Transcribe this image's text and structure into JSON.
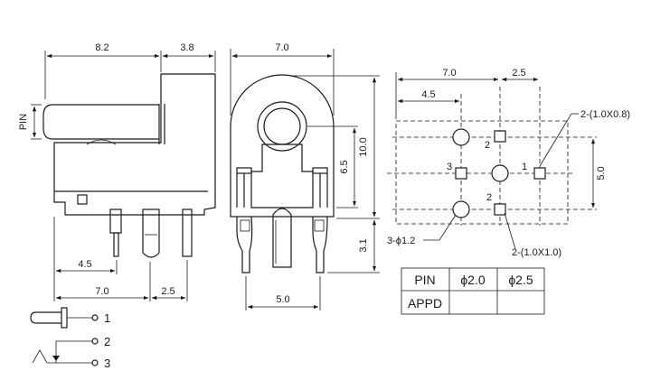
{
  "side_view": {
    "dims": {
      "top_left": "8.2",
      "top_right": "3.8",
      "pin": "PIN",
      "bottom_mid": "4.5",
      "bottom_total": "7.0",
      "bottom_right": "2.5"
    }
  },
  "front_view": {
    "dims": {
      "width": "7.0",
      "height": "10.0",
      "inner": "6.5",
      "lead": "3.1",
      "pitch": "5.0"
    }
  },
  "footprint": {
    "dims": {
      "width": "7.0",
      "offset": "2.5",
      "half": "4.5",
      "height": "5.0"
    },
    "pin_labels": {
      "p2_top": "2",
      "p3": "3",
      "p1": "1",
      "p2_bot": "2"
    },
    "callouts": {
      "slot_top": "2-(1.0X0.8)",
      "holes": "3-ϕ1.2",
      "slot_bottom": "2-(1.0X1.0)"
    }
  },
  "table": {
    "headers": [
      "PIN",
      "ϕ2.0",
      "ϕ2.5"
    ],
    "rows": [
      [
        "APPD",
        "",
        ""
      ]
    ]
  },
  "schematic": {
    "pin1": "1",
    "pin2": "2",
    "pin3": "3"
  }
}
